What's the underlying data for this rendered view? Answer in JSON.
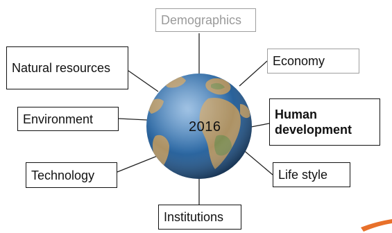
{
  "center": {
    "label": "2016"
  },
  "factors": {
    "demographics": "Demographics",
    "natural_resources": "Natural resources",
    "economy": "Economy",
    "environment": "Environment",
    "human_development": "Human development",
    "technology": "Technology",
    "life_style": "Life style",
    "institutions": "Institutions"
  },
  "colors": {
    "box_border": "#111111",
    "muted_border": "#9e9e9e",
    "muted_text": "#9a9a9a",
    "ocean": "#2c6aa8",
    "land": "#b59561",
    "accent_swoosh": "#e8702a"
  },
  "icons": {
    "globe": "earth-globe"
  }
}
